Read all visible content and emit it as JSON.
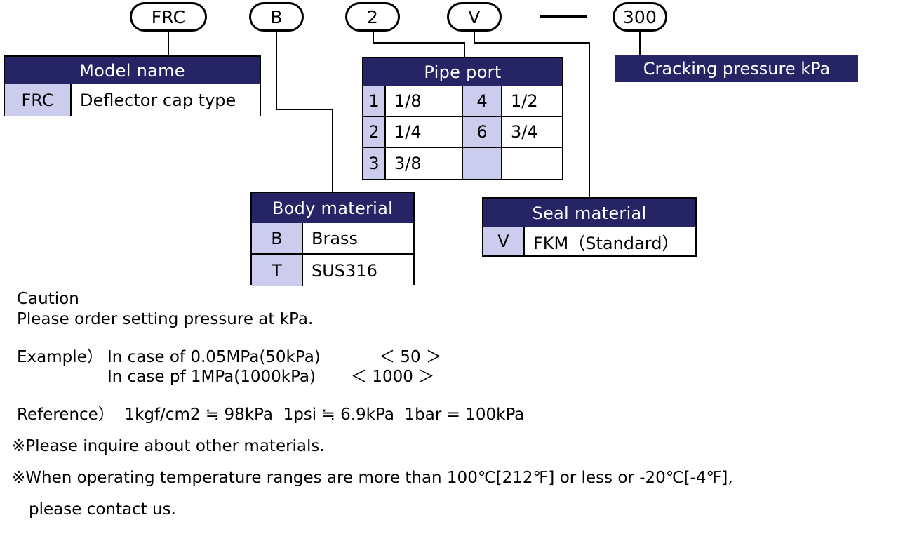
{
  "code_string": {
    "segments": [
      {
        "name": "model-code",
        "value": "FRC"
      },
      {
        "name": "body-code",
        "value": "B"
      },
      {
        "name": "port-code",
        "value": "2"
      },
      {
        "name": "seal-code",
        "value": "V"
      },
      {
        "name": "separator",
        "value": "—"
      },
      {
        "name": "pressure-code",
        "value": "300"
      }
    ]
  },
  "tables": {
    "model_name": {
      "title": "Model name",
      "rows": [
        {
          "code": "FRC",
          "desc": "Deflector cap type"
        }
      ]
    },
    "pipe_port": {
      "title": "Pipe port",
      "rows": [
        {
          "code_a": "1",
          "size_a": "1/8",
          "code_b": "4",
          "size_b": "1/2"
        },
        {
          "code_a": "2",
          "size_a": "1/4",
          "code_b": "6",
          "size_b": "3/4"
        },
        {
          "code_a": "3",
          "size_a": "3/8",
          "code_b": "",
          "size_b": ""
        }
      ]
    },
    "body_material": {
      "title": "Body material",
      "rows": [
        {
          "code": "B",
          "desc": "Brass"
        },
        {
          "code": "T",
          "desc": "SUS316"
        }
      ]
    },
    "seal_material": {
      "title": "Seal material",
      "rows": [
        {
          "code": "V",
          "desc": "FKM（Standard）"
        }
      ]
    },
    "cracking_pressure": {
      "title": "Cracking pressure kPa"
    }
  },
  "notes": {
    "caution_heading": "Caution",
    "caution_body": "Please order setting pressure at kPa.",
    "example_label": "Example）",
    "example_line1": "In case of 0.05MPa(50kPa)",
    "example_value1": "＜ 50 ＞",
    "example_line2": "In case pf 1MPa(1000kPa)",
    "example_value2": "＜ 1000 ＞",
    "reference": "Reference）  1kgf/cm2 ≒ 98kPa  1psi ≒ 6.9kPa  1bar = 100kPa",
    "note_materials": "※Please inquire about other materials.",
    "note_temperature_line1": "※When operating temperature ranges are more than 100℃[212℉] or less or -20℃[-4℉],",
    "note_temperature_line2": "please contact us."
  },
  "colors": {
    "header_navy": "#252565",
    "code_cell_lavender": "#ccccee",
    "line_black": "#000000",
    "page_background": "#ffffff"
  }
}
